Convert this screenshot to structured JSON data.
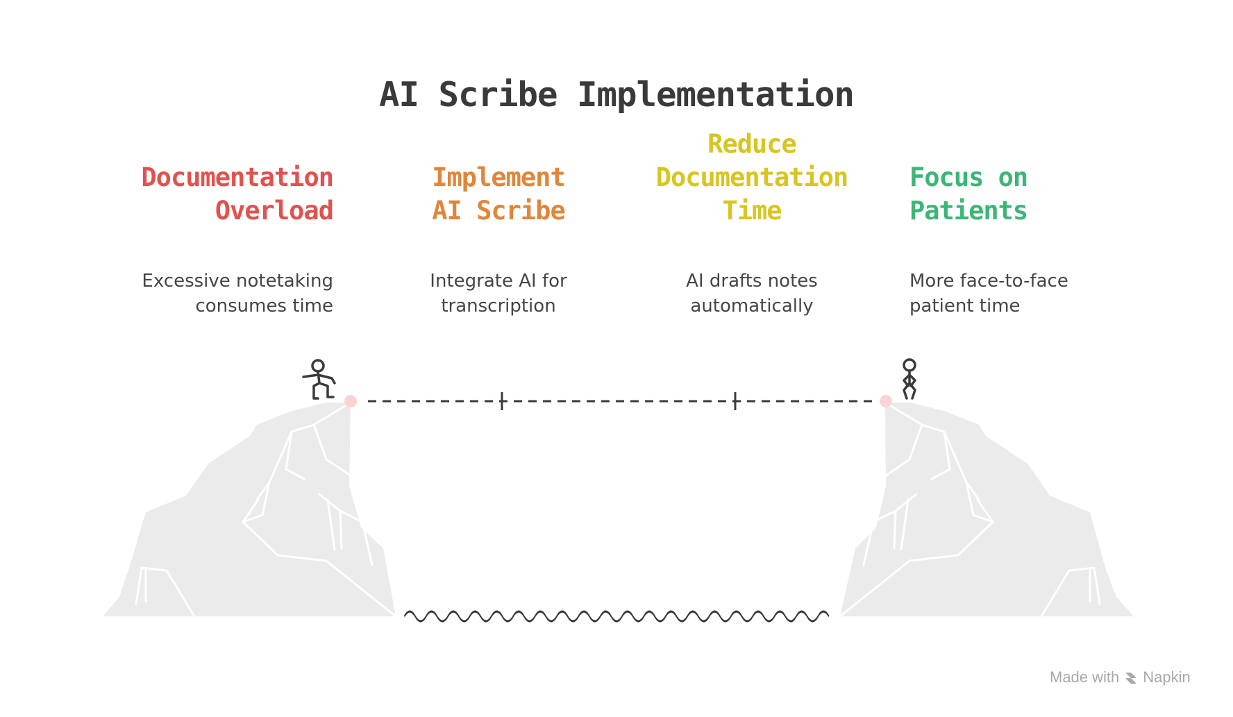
{
  "title": "AI Scribe Implementation",
  "stages": [
    {
      "heading": "Documentation\nOverload",
      "description": "Excessive notetaking\nconsumes time",
      "color": "#e0524f"
    },
    {
      "heading": "Implement\nAI Scribe",
      "description": "Integrate AI for\ntranscription",
      "color": "#e0863a"
    },
    {
      "heading": "Reduce\nDocumentation\nTime",
      "description": "AI drafts notes\nautomatically",
      "color": "#d8c520"
    },
    {
      "heading": "Focus on\nPatients",
      "description": "More face-to-face\npatient time",
      "color": "#3cb676"
    }
  ],
  "illustration": {
    "left_cliff": "rock-cliff",
    "right_cliff": "rock-cliff",
    "left_figure": "stick-figure-stepping-icon",
    "right_figure": "stick-figure-standing-icon",
    "bridge": "dashed-line",
    "water": "wave-line",
    "rock_color": "#ebebeb",
    "line_color": "#3a3a3a"
  },
  "watermark": {
    "made_with": "Made with",
    "brand": "Napkin",
    "icon": "napkin-logo-icon"
  }
}
